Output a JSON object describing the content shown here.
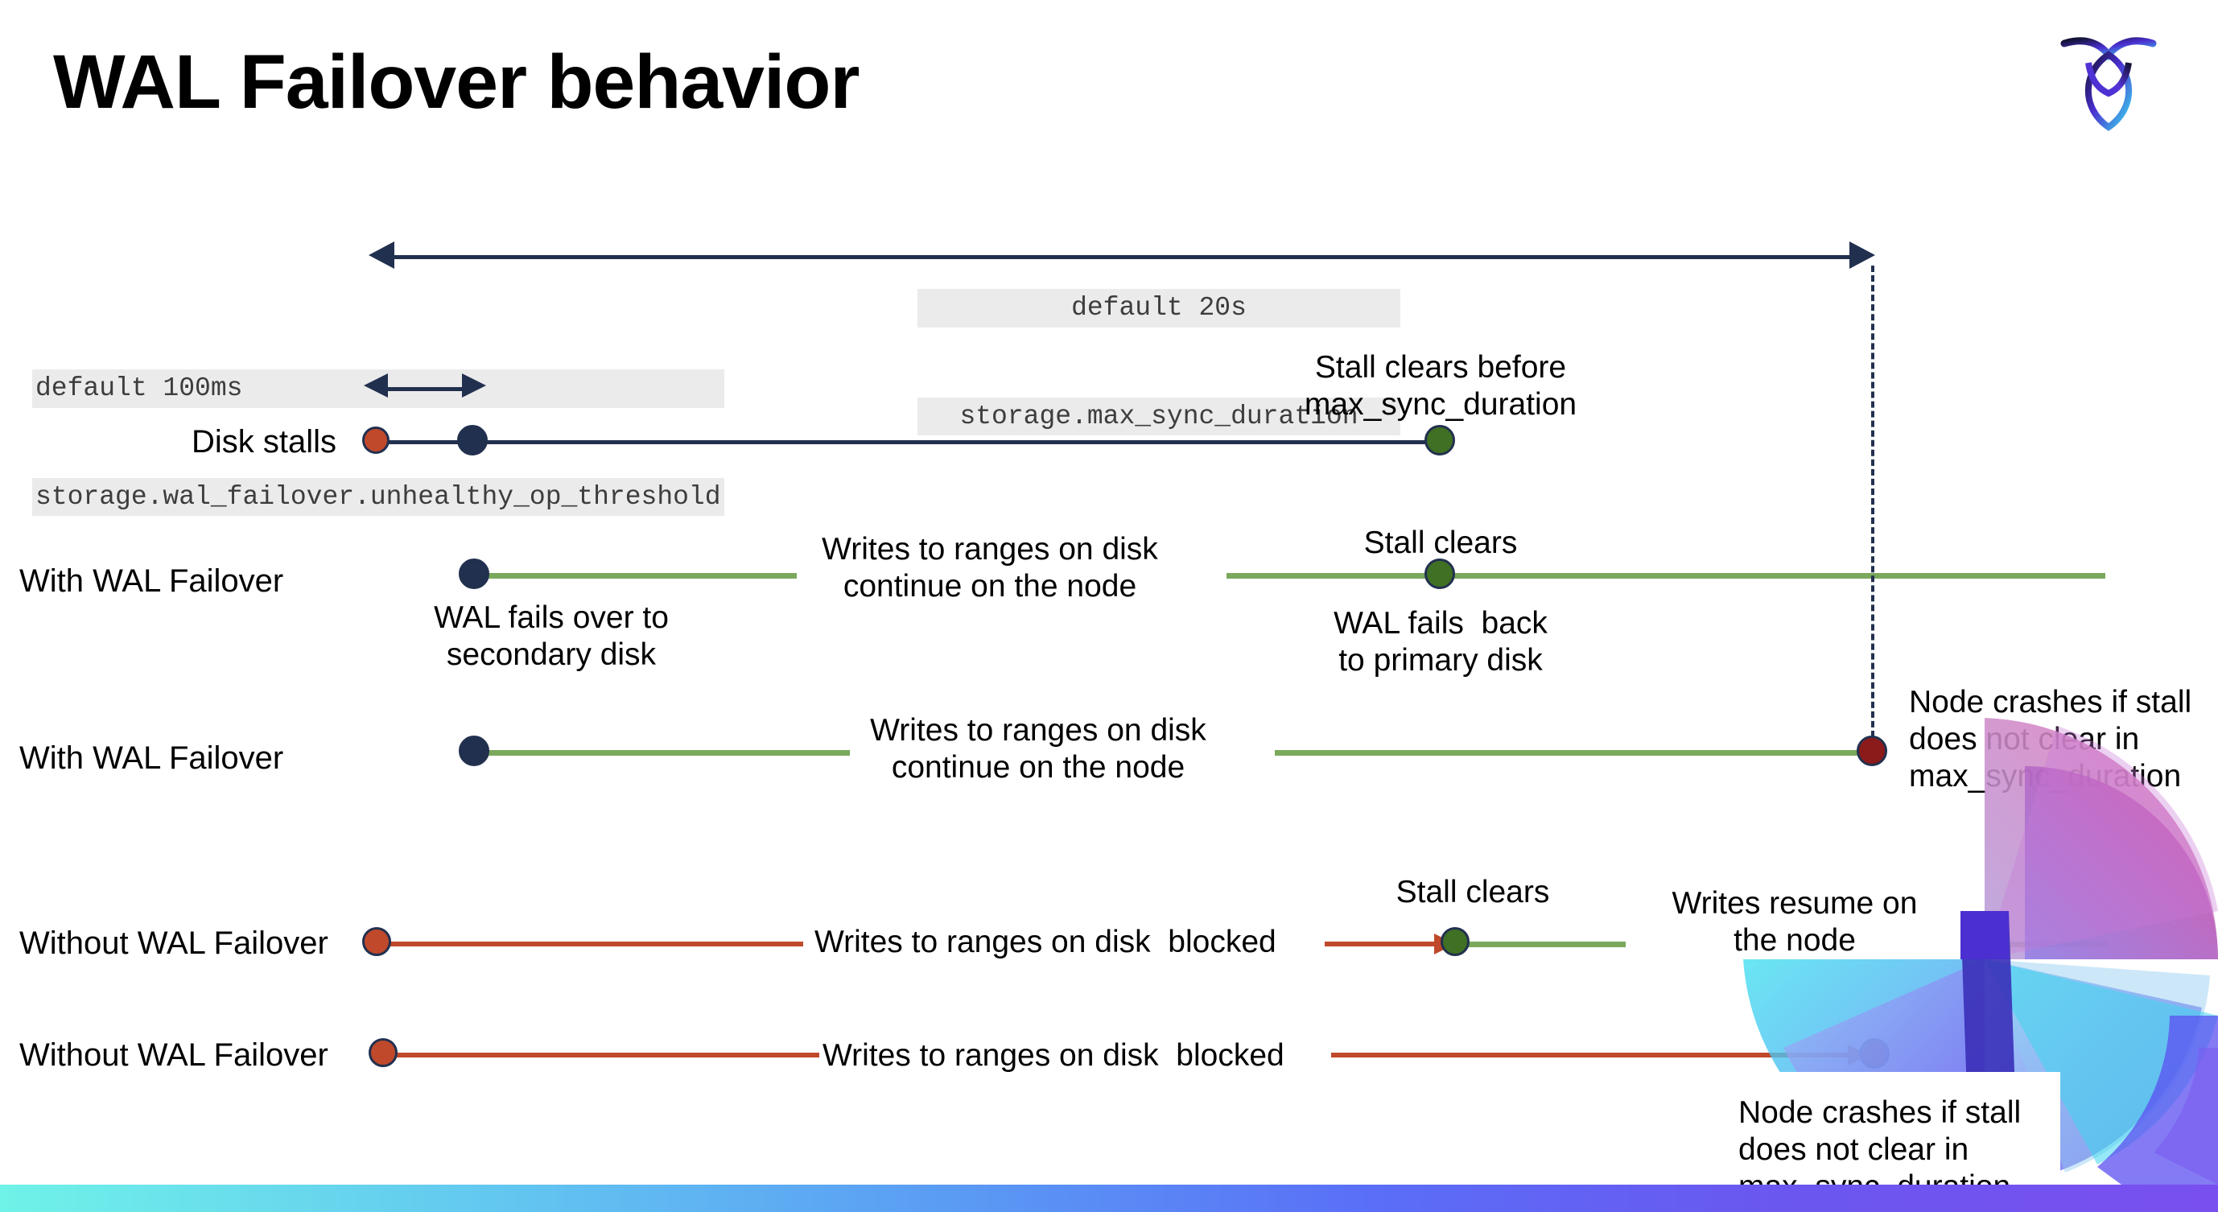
{
  "slide": {
    "title": "WAL Failover behavior",
    "logo_name": "cockroachdb-logo"
  },
  "colors": {
    "navy": "#22304f",
    "green_line": "#7aa85c",
    "green_dot": "#3f7024",
    "orange_line": "#c0492b",
    "orange_dot": "#c0492b",
    "dark_red_dot": "#8b1a1a",
    "code_bg": "#ebebeb",
    "bottom_bar_start": "#6ff2e8",
    "bottom_bar_end": "#7a4ff0"
  },
  "annotations": {
    "max_sync": {
      "default": "default 20s",
      "setting": "storage.max_sync_duration"
    },
    "unhealthy_threshold": {
      "default": "default 100ms",
      "setting": "storage.wal_failover.unhealthy_op_threshold"
    }
  },
  "rows": [
    {
      "id": "disk-stalls",
      "label": "Disk stalls",
      "note_right": "Stall clears before\nmax_sync_duration"
    },
    {
      "id": "with-wal-failover-1",
      "label": "With WAL Failover",
      "note_start": "WAL fails over to\nsecondary disk",
      "note_middle": "Writes to ranges on disk\ncontinue on the node",
      "note_clear": "Stall clears",
      "note_back": "WAL fails  back\nto primary disk"
    },
    {
      "id": "with-wal-failover-2",
      "label": "With WAL Failover",
      "note_middle": "Writes to ranges on disk\ncontinue on the node",
      "note_crash": "Node crashes if stall\ndoes not clear in\nmax_sync_duration"
    },
    {
      "id": "without-wal-failover-1",
      "label": "Without WAL Failover",
      "note_middle": "Writes to ranges on disk  blocked",
      "note_clear": "Stall clears",
      "note_resume": "Writes resume on\nthe node"
    },
    {
      "id": "without-wal-failover-2",
      "label": "Without WAL Failover",
      "note_middle": "Writes to ranges on disk  blocked",
      "note_crash": "Node crashes if stall\ndoes not clear in\nmax_sync_duration"
    }
  ]
}
